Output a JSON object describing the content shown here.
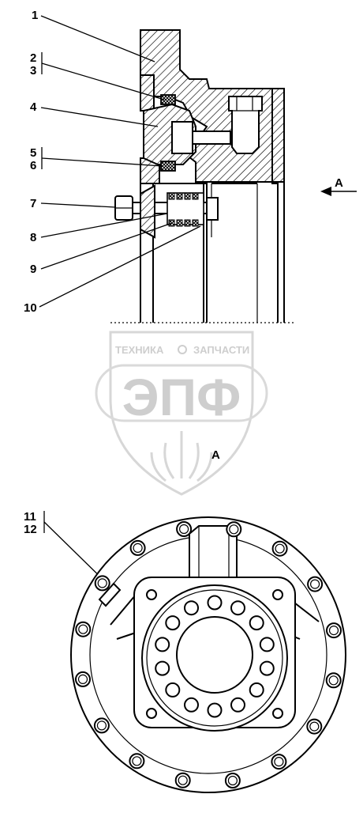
{
  "callouts": [
    {
      "id": "c1",
      "text": "1"
    },
    {
      "id": "c2",
      "text": "2"
    },
    {
      "id": "c3",
      "text": "3"
    },
    {
      "id": "c4",
      "text": "4"
    },
    {
      "id": "c5",
      "text": "5"
    },
    {
      "id": "c6",
      "text": "6"
    },
    {
      "id": "c7",
      "text": "7"
    },
    {
      "id": "c8",
      "text": "8"
    },
    {
      "id": "c9",
      "text": "9"
    },
    {
      "id": "c10",
      "text": "10"
    },
    {
      "id": "c11",
      "text": "11"
    },
    {
      "id": "c12",
      "text": "12"
    }
  ],
  "view_arrow_label": "A",
  "view_title": "A",
  "watermark": {
    "top_left": "ТЕХНИКА",
    "top_right": "ЗАПЧАСТИ",
    "main": "ЭПФ"
  },
  "colors": {
    "line": "#000000",
    "watermark": "#c9c9c9",
    "background": "#ffffff"
  }
}
